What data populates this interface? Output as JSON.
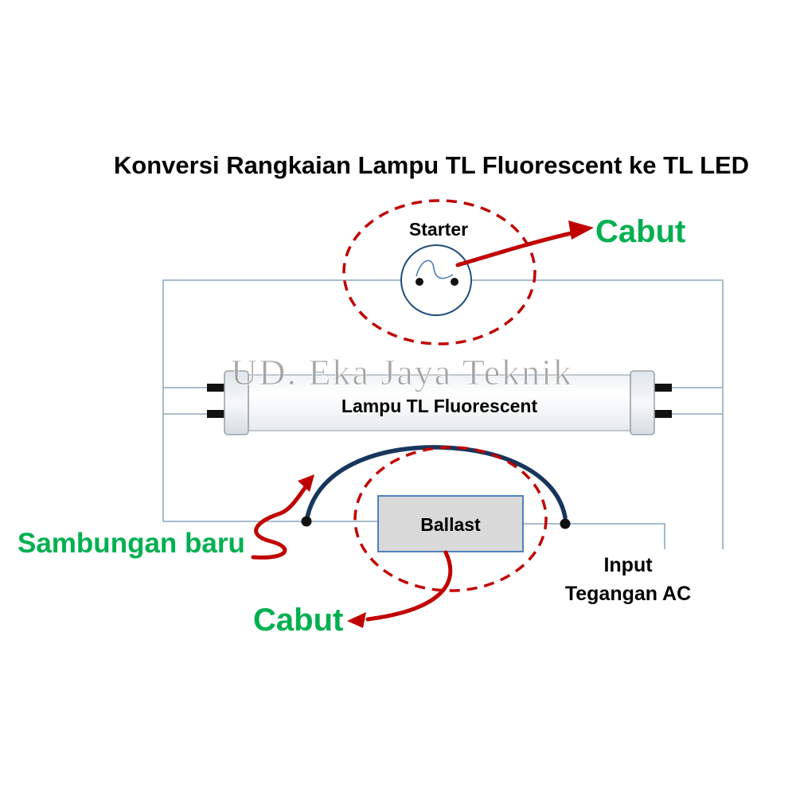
{
  "title": "Konversi Rangkaian Lampu TL Fluorescent ke TL LED",
  "watermark": "UD. Eka Jaya Teknik",
  "labels": {
    "starter": "Starter",
    "lamp": "Lampu TL Fluorescent",
    "ballast": "Ballast",
    "input_line1": "Input",
    "input_line2": "Tegangan AC",
    "cabut_top": "Cabut",
    "cabut_bottom": "Cabut",
    "sambungan_baru": "Sambungan baru"
  },
  "colors": {
    "annotation_green": "#00b050",
    "highlight_red": "#c00000",
    "wire_light": "#9db3c8",
    "wire_new_navy": "#17365d",
    "starter_outline": "#1f4e79",
    "ballast_fill": "#d9d9d9",
    "ballast_border": "#4f81bd",
    "label_black": "#000000",
    "watermark_gray": "#979797",
    "tube_outline": "#b3bcc3"
  }
}
